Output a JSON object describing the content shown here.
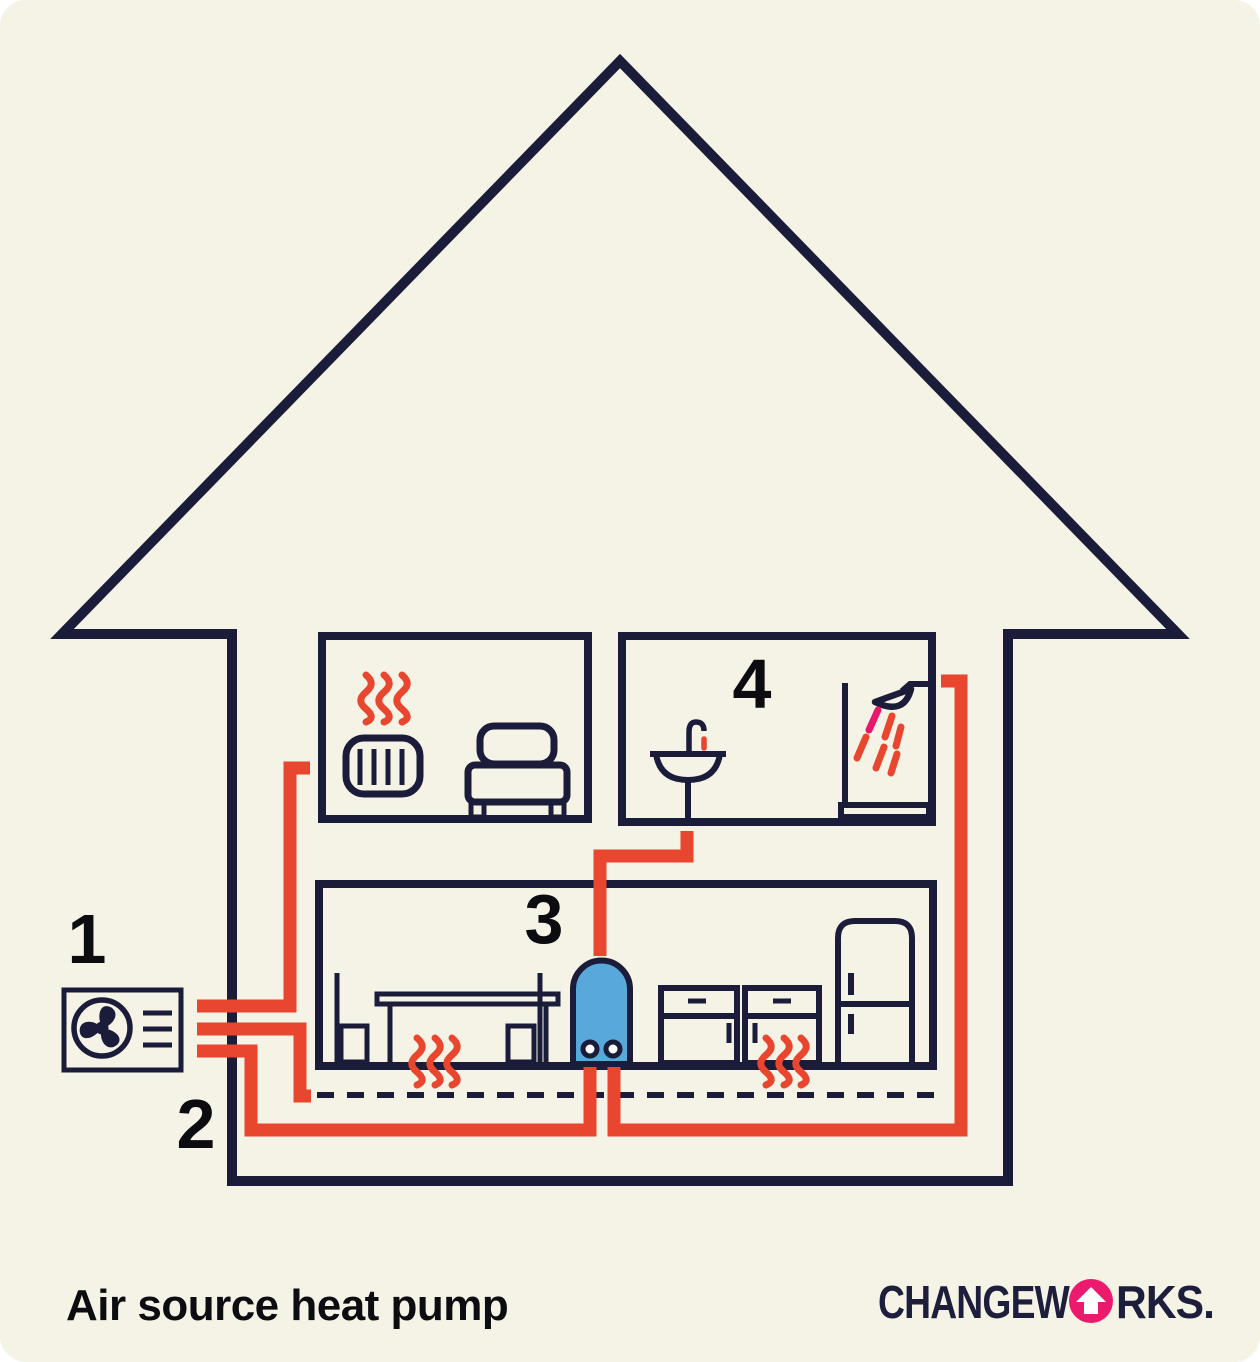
{
  "caption": "Air source heat pump",
  "brand": {
    "logo_part1": "CHANGEW",
    "logo_part2": "RKS.",
    "logo_full": "CHANGEWORKS.",
    "logo_o_color": "#EC1A6C",
    "logo_text_color": "#1D1E3C"
  },
  "callouts": {
    "n1": "1",
    "n2": "2",
    "n3": "3",
    "n4": "4"
  },
  "colors": {
    "background_cream": "#F5F3E6",
    "outline_navy": "#1B1C3A",
    "pipe_red": "#E8462E",
    "accent_pink": "#E7176C",
    "cylinder_blue": "#58A8DB",
    "label_black": "#0C0C10"
  },
  "icons": [
    "fan-icon",
    "radiator-icon",
    "heat-wave-icon",
    "armchair-icon",
    "sink-icon",
    "faucet-drip-icon",
    "shower-icon",
    "shower-spray-icon",
    "kitchen-table-icon",
    "kitchen-chair-icon",
    "cabinet-icon",
    "fridge-icon",
    "hot-water-cylinder-icon",
    "underfloor-heating-dashed-line",
    "house-outline",
    "home-icon"
  ],
  "components": {
    "1": "outdoor heat pump unit",
    "2": "pipework",
    "3": "hot water cylinder",
    "4": "bathroom hot water"
  }
}
